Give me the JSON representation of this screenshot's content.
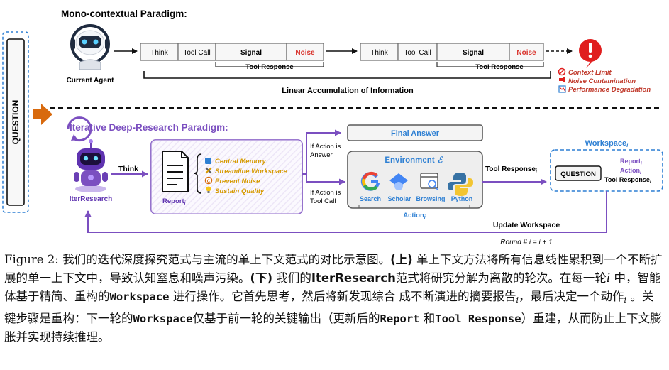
{
  "top": {
    "title": "Mono-contextual Paradigm:",
    "agent_label": "Current Agent",
    "steps": [
      "Think",
      "Tool Call",
      "Signal",
      "Noise",
      "Think",
      "Tool Call",
      "Signal",
      "Noise"
    ],
    "tool_response": "Tool Response",
    "accumulation": "Linear Accumulation of Information",
    "failures": [
      "Context Limit",
      "Noise Contamination",
      "Performance Degradation"
    ]
  },
  "question_label": "QUESTION",
  "bottom": {
    "title": "Iterative Deep-Research Paradigm:",
    "agent_label": "IterResearch",
    "think": "Think",
    "report_label": "Report",
    "report_sub": "i",
    "features": [
      "Central Memory",
      "Streamline Workspace",
      "Prevent Noise",
      "Sustain Quality"
    ],
    "if_answer": [
      "If Action is",
      "Answer"
    ],
    "if_tool": [
      "If Action is",
      "Tool Call"
    ],
    "final_answer": "Final Answer",
    "environment": "Environment",
    "environment_symbol": "ℰ",
    "tools": [
      "Search",
      "Scholar",
      "Browsing",
      "Python"
    ],
    "action_label": "Action",
    "action_sub": "i",
    "tool_response_out": "Tool Response",
    "tool_response_sub": "i",
    "workspace": "Workspace",
    "workspace_sub": "i",
    "ws_question": "QUESTION",
    "ws_report": "Report",
    "ws_action": "Action",
    "ws_tool_response": "Tool Response",
    "update_workspace": "Update Workspace",
    "round": "Round # i = i + 1"
  },
  "colors": {
    "purple": "#7b4fc0",
    "orange": "#d86a0e",
    "blue": "#2d7fd3",
    "noise_red": "#d9322b",
    "alert_red": "#e01e1e",
    "gold": "#d69a00"
  },
  "caption": {
    "fig": "Figure 2:",
    "p1": "我们的迭代深度探究范式与主流的单上下文范式的对比示意图。",
    "up": "(上)",
    "p2": "单上下文方法将所有信息线性累积到一个不断扩展的单一上下文中，导致认知窒息和噪声污染。",
    "down": "(下)",
    "p3": "我们的",
    "iter": "IterResearch",
    "p4": "范式将研究分解为离散的轮次。在每一轮",
    "var_i": "i",
    "p5": "中，智能体基于精简、重构的",
    "ws": "Workspace",
    "p6": "进行操作。它首先思考，然后将新发现综合 成不断演进的摘要报告",
    "sub1": "i",
    "p7": "，最后决定一个动作",
    "sub2": "i",
    "p8": "。关键步骤是重构：下一轮的",
    "ws2": "Workspace",
    "p9": "仅基于前一轮的关键输出（更新后的",
    "rep": "Report",
    "and": "和",
    "tr": "Tool Response",
    "p10": "）重建，从而防止上下文膨胀并实现持续推理。"
  }
}
